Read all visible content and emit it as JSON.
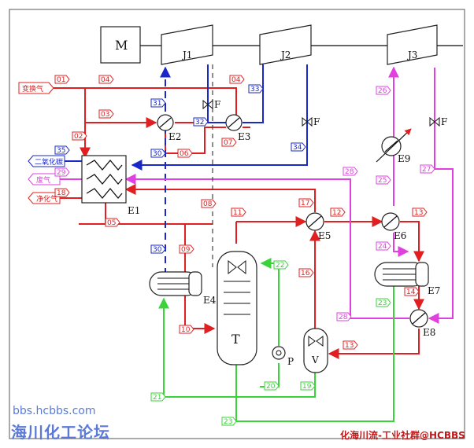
{
  "equipment": {
    "motor": "M",
    "j1": "J1",
    "j2": "J2",
    "j3": "J3",
    "e1": "E1",
    "e2": "E2",
    "e3": "E3",
    "e4": "E4",
    "e5": "E5",
    "e6": "E6",
    "e7": "E7",
    "e8": "E8",
    "e9": "E9",
    "tower": "T",
    "pump": "P",
    "vessel": "V",
    "valve_f": "F"
  },
  "streams": {
    "s01": "01",
    "s02": "02",
    "s03": "03",
    "s04a": "04",
    "s04b": "04",
    "s05": "05",
    "s06": "06",
    "s07": "07",
    "s08": "08",
    "s09": "09",
    "s10": "10",
    "s11": "11",
    "s12": "12",
    "s13a": "13",
    "s13b": "13",
    "s14": "14",
    "s16": "16",
    "s17": "17",
    "s18": "18",
    "s19": "19",
    "s20": "20",
    "s21": "21",
    "s22": "22",
    "s23": "23",
    "s24": "24",
    "s25": "25",
    "s26": "26",
    "s27": "27",
    "s28a": "28",
    "s28b": "28",
    "s29": "29",
    "s30a": "30",
    "s30b": "30",
    "s31": "31",
    "s32": "32",
    "s33": "33",
    "s34": "34",
    "s35": "35"
  },
  "flow_labels": {
    "feed_air": "变换气",
    "co2": "二氧化碳",
    "waste_gas": "废气",
    "purified_gas": "净化气"
  },
  "watermarks": {
    "site": "bbs.hcbbs.com",
    "forum": "海川化工论坛",
    "credit": "化海川流-工业社群@HCBBS"
  },
  "colors": {
    "red": "#e02020",
    "blue": "#1a28c8",
    "magenta": "#e040e0",
    "green": "#3ad33a"
  }
}
